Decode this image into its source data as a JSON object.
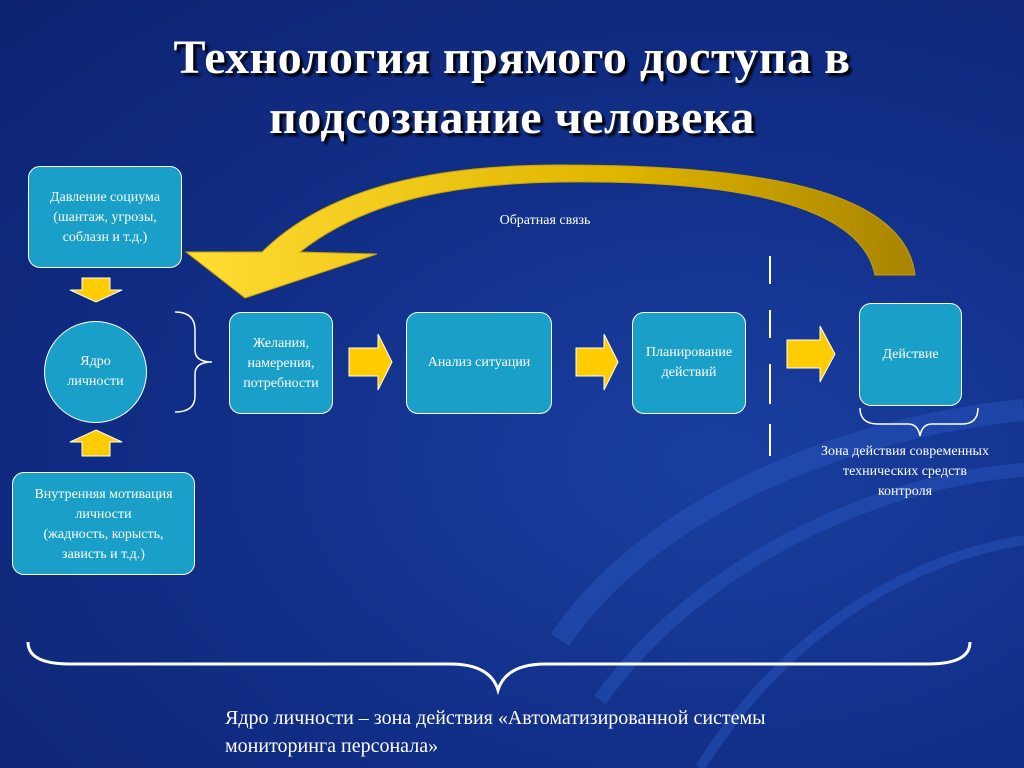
{
  "title": {
    "line1": "Технология прямого доступа в",
    "line2": "подсознание человека"
  },
  "nodes": {
    "social_pressure": [
      "Давление социума",
      "(шантаж, угрозы,",
      "соблазн и т.д.)"
    ],
    "core": [
      "Ядро",
      "личности"
    ],
    "inner_motivation": [
      "Внутренняя мотивация",
      "личности",
      "(жадность, корысть,",
      "зависть и т.д.)"
    ],
    "desires": [
      "Желания,",
      "намерения,",
      "потребности"
    ],
    "analysis": "Анализ ситуации",
    "planning": [
      "Планирование",
      "действий"
    ],
    "action": "Действие"
  },
  "feedback_label": "Обратная связь",
  "control_zone": [
    "Зона действия современных",
    "технических средств",
    "контроля"
  ],
  "caption": [
    "Ядро личности – зона действия «Автоматизированной системы",
    "мониторинга персонала»"
  ],
  "colors": {
    "background": "#12308a",
    "box_fill": "#1aa0c8",
    "arrow_fill": "#ffcc00",
    "text": "#ffffff"
  }
}
